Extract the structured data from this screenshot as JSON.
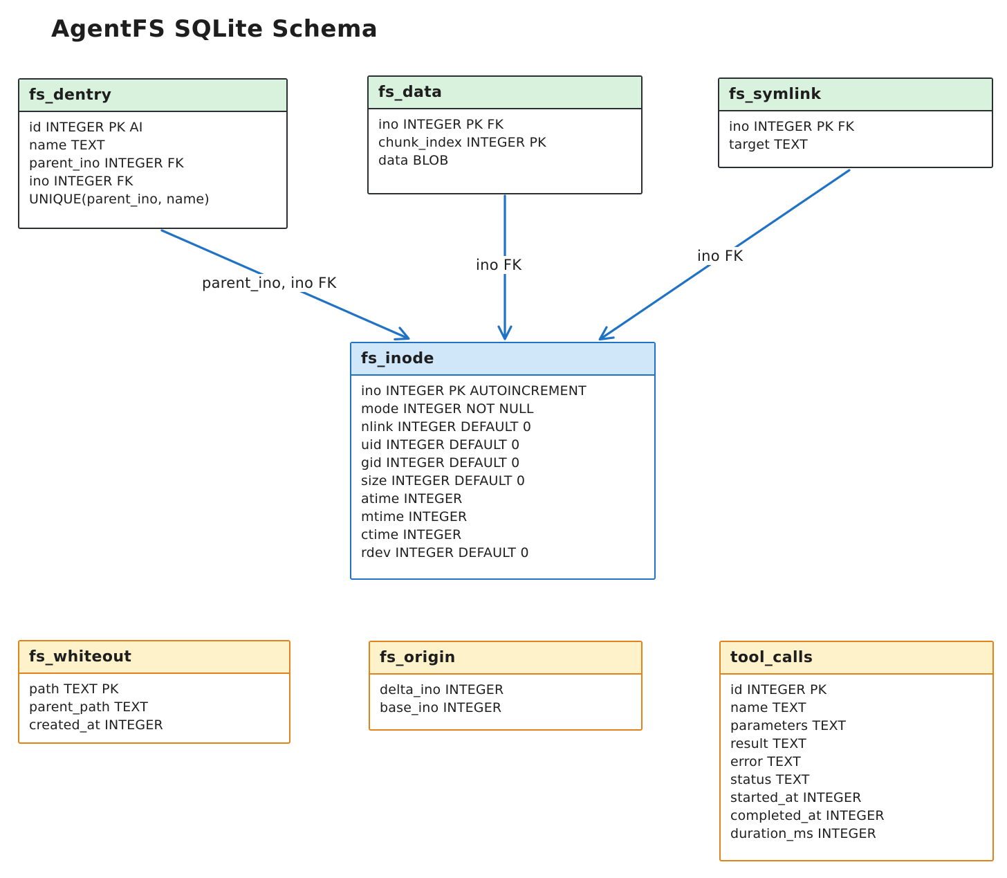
{
  "title": "AgentFS SQLite Schema",
  "colors": {
    "stroke_dark": "#2b2f33",
    "green_header_bg": "#d8f2dd",
    "blue_stroke": "#1f72c4",
    "blue_header_bg": "#d0e7f9",
    "orange_stroke": "#e2821a",
    "orange_header_bg": "#fdf2c9",
    "arrow": "#1f72c4",
    "text": "#1e1e1e",
    "background": "#ffffff"
  },
  "tables": [
    {
      "name": "fs_dentry",
      "theme": "green",
      "columns": [
        "id INTEGER PK AI",
        "name TEXT",
        "parent_ino INTEGER FK",
        "ino INTEGER FK",
        "UNIQUE(parent_ino, name)"
      ]
    },
    {
      "name": "fs_data",
      "theme": "green",
      "columns": [
        "ino INTEGER PK FK",
        "chunk_index INTEGER PK",
        "data BLOB"
      ]
    },
    {
      "name": "fs_symlink",
      "theme": "green",
      "columns": [
        "ino INTEGER PK FK",
        "target TEXT"
      ]
    },
    {
      "name": "fs_inode",
      "theme": "blue",
      "columns": [
        "ino INTEGER PK AUTOINCREMENT",
        "mode INTEGER NOT NULL",
        "nlink INTEGER DEFAULT 0",
        "uid INTEGER DEFAULT 0",
        "gid INTEGER DEFAULT 0",
        "size INTEGER DEFAULT 0",
        "atime INTEGER",
        "mtime INTEGER",
        "ctime INTEGER",
        "rdev INTEGER DEFAULT 0"
      ]
    },
    {
      "name": "fs_whiteout",
      "theme": "orange",
      "columns": [
        "path TEXT PK",
        "parent_path TEXT",
        "created_at INTEGER"
      ]
    },
    {
      "name": "fs_origin",
      "theme": "orange",
      "columns": [
        "delta_ino INTEGER",
        "base_ino INTEGER"
      ]
    },
    {
      "name": "tool_calls",
      "theme": "orange",
      "columns": [
        "id INTEGER PK",
        "name TEXT",
        "parameters TEXT",
        "result TEXT",
        "error TEXT",
        "status TEXT",
        "started_at INTEGER",
        "completed_at INTEGER",
        "duration_ms INTEGER"
      ]
    }
  ],
  "relations": [
    {
      "from": "fs_dentry",
      "to": "fs_inode",
      "label": "parent_ino, ino FK"
    },
    {
      "from": "fs_data",
      "to": "fs_inode",
      "label": "ino FK"
    },
    {
      "from": "fs_symlink",
      "to": "fs_inode",
      "label": "ino FK"
    }
  ]
}
